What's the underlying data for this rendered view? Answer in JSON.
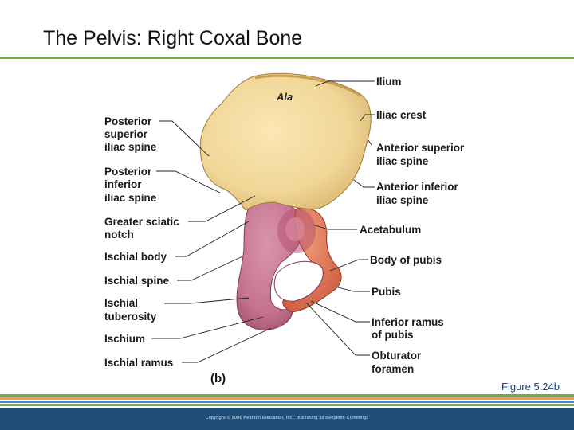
{
  "slide": {
    "title": "The Pelvis: Right Coxal Bone",
    "figure_caption": "Figure 5.24b",
    "copyright": "Copyright © 2006 Pearson Education, Inc., publishing as Benjamin Cummings"
  },
  "diagram": {
    "region_label": "Ala",
    "panel_label": "(b)",
    "labels_left": [
      [
        "Posterior",
        "superior",
        "iliac spine"
      ],
      [
        "Posterior",
        "inferior",
        "iliac spine"
      ],
      [
        "Greater sciatic",
        "notch"
      ],
      [
        "Ischial body"
      ],
      [
        "Ischial spine"
      ],
      [
        "Ischial",
        "tuberosity"
      ],
      [
        "Ischium"
      ],
      [
        "Ischial ramus"
      ]
    ],
    "labels_right": [
      [
        "Ilium"
      ],
      [
        "Iliac crest"
      ],
      [
        "Anterior superior",
        "iliac spine"
      ],
      [
        "Anterior inferior",
        "iliac spine"
      ],
      [
        "Acetabulum"
      ],
      [
        "Body of pubis"
      ],
      [
        "Pubis"
      ],
      [
        "Inferior ramus",
        "of pubis"
      ],
      [
        "Obturator",
        "foramen"
      ]
    ]
  },
  "colors": {
    "ilium": "#f0d596",
    "ischium": "#c4718f",
    "pubis": "#e2765a",
    "accent_green": "#6fae3f",
    "footer_blue": "#1f4e79"
  }
}
